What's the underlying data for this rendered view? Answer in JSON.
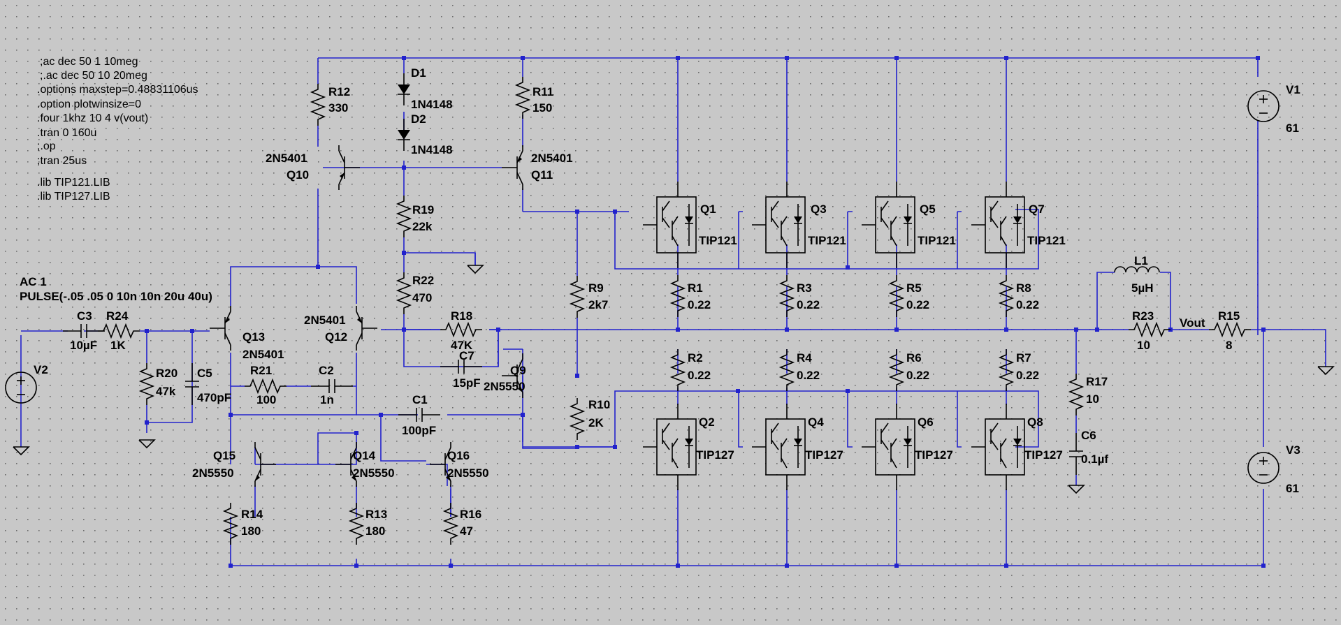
{
  "colors": {
    "background": "#c8c8c8",
    "grid_dots": "#6a6a6a",
    "wire": "#2222cc",
    "component": "#000000"
  },
  "directives": [
    ";ac dec 50 1 10meg",
    ";.ac dec 50 10 20meg",
    ".options maxstep=0.48831106us",
    ".option plotwinsize=0",
    ".four 1khz 10 4 v(vout)",
    ".tran 0 160u",
    ";.op",
    ";tran 25us",
    ".lib TIP121.LIB",
    ".lib TIP127.LIB"
  ],
  "source": {
    "line1": "AC 1",
    "line2": "PULSE(-.05 .05 0 10n 10n 20u 40u)"
  },
  "net": {
    "vout": "Vout"
  },
  "components": {
    "R1": {
      "name": "R1",
      "value": "0.22"
    },
    "R2": {
      "name": "R2",
      "value": "0.22"
    },
    "R3": {
      "name": "R3",
      "value": "0.22"
    },
    "R4": {
      "name": "R4",
      "value": "0.22"
    },
    "R5": {
      "name": "R5",
      "value": "0.22"
    },
    "R6": {
      "name": "R6",
      "value": "0.22"
    },
    "R7": {
      "name": "R7",
      "value": "0.22"
    },
    "R8": {
      "name": "R8",
      "value": "0.22"
    },
    "R9": {
      "name": "R9",
      "value": "2k7"
    },
    "R10": {
      "name": "R10",
      "value": "2K"
    },
    "R11": {
      "name": "R11",
      "value": "150"
    },
    "R12": {
      "name": "R12",
      "value": "330"
    },
    "R13": {
      "name": "R13",
      "value": "180"
    },
    "R14": {
      "name": "R14",
      "value": "180"
    },
    "R15": {
      "name": "R15",
      "value": "8"
    },
    "R16": {
      "name": "R16",
      "value": "47"
    },
    "R17": {
      "name": "R17",
      "value": "10"
    },
    "R18": {
      "name": "R18",
      "value": "47K"
    },
    "R19": {
      "name": "R19",
      "value": "22k"
    },
    "R20": {
      "name": "R20",
      "value": "47k"
    },
    "R21": {
      "name": "R21",
      "value": "100"
    },
    "R22": {
      "name": "R22",
      "value": "470"
    },
    "R23": {
      "name": "R23",
      "value": "10"
    },
    "R24": {
      "name": "R24",
      "value": "1K"
    },
    "C1": {
      "name": "C1",
      "value": "100pF"
    },
    "C2": {
      "name": "C2",
      "value": "1n"
    },
    "C3": {
      "name": "C3",
      "value": "10µF"
    },
    "C5": {
      "name": "C5",
      "value": "470pF"
    },
    "C6": {
      "name": "C6",
      "value": "0.1µf"
    },
    "C7": {
      "name": "C7",
      "value": "15pF"
    },
    "L1": {
      "name": "L1",
      "value": "5µH"
    },
    "D1": {
      "name": "D1",
      "value": "1N4148"
    },
    "D2": {
      "name": "D2",
      "value": "1N4148"
    },
    "V1": {
      "name": "V1",
      "value": "61"
    },
    "V2": {
      "name": "V2",
      "value": ""
    },
    "V3": {
      "name": "V3",
      "value": "61"
    },
    "Q1": {
      "name": "Q1",
      "value": "TIP121"
    },
    "Q2": {
      "name": "Q2",
      "value": "TIP127"
    },
    "Q3": {
      "name": "Q3",
      "value": "TIP121"
    },
    "Q4": {
      "name": "Q4",
      "value": "TIP127"
    },
    "Q5": {
      "name": "Q5",
      "value": "TIP121"
    },
    "Q6": {
      "name": "Q6",
      "value": "TIP127"
    },
    "Q7": {
      "name": "Q7",
      "value": "TIP121"
    },
    "Q8": {
      "name": "Q8",
      "value": "TIP127"
    },
    "Q9": {
      "name": "Q9",
      "value": "2N5550"
    },
    "Q10": {
      "name": "Q10",
      "value": "2N5401"
    },
    "Q11": {
      "name": "Q11",
      "value": "2N5401"
    },
    "Q12": {
      "name": "Q12",
      "value": "2N5401"
    },
    "Q13": {
      "name": "Q13",
      "value": "2N5401"
    },
    "Q14": {
      "name": "Q14",
      "value": "2N5550"
    },
    "Q15": {
      "name": "Q15",
      "value": "2N5550"
    },
    "Q16": {
      "name": "Q16",
      "value": "2N5550"
    }
  }
}
